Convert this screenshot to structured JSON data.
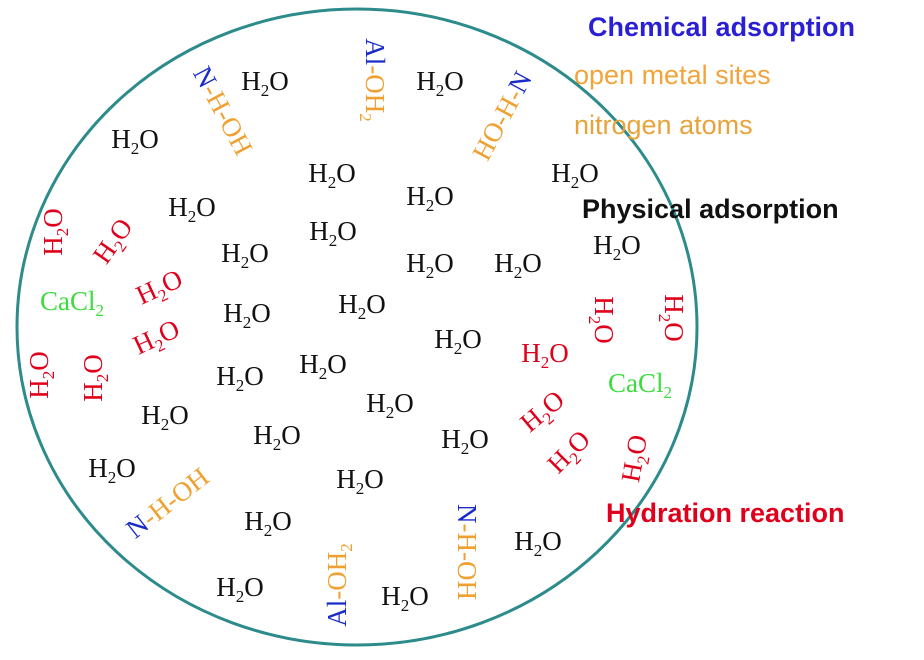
{
  "colors": {
    "circle": "#2e8b8b",
    "physical": "#111111",
    "hydration": "#e0001b",
    "chemical_title": "#2b1fd6",
    "open_metal": "#f2a43a",
    "nitrogen": "#e8a33a",
    "cacl2": "#3ddc3d",
    "n_blue": "#1a2bc8",
    "orange": "#f0a030"
  },
  "legend": {
    "chemical_title": "Chemical adsorption",
    "open_metal_sites": "open metal sites",
    "nitrogen_atoms": "nitrogen atoms",
    "physical_title": "Physical adsorption",
    "hydration_title": "Hydration reaction"
  },
  "molecules": {
    "water_main": "H",
    "water_sub": "2",
    "water_end": "O",
    "cacl_main": "CaCl",
    "cacl_sub": "2",
    "n": "N",
    "h_oh": "-H-OH",
    "ho_h": "HO-H-",
    "al": "Al",
    "oh2": "-OH",
    "oh2_sub": "2"
  }
}
